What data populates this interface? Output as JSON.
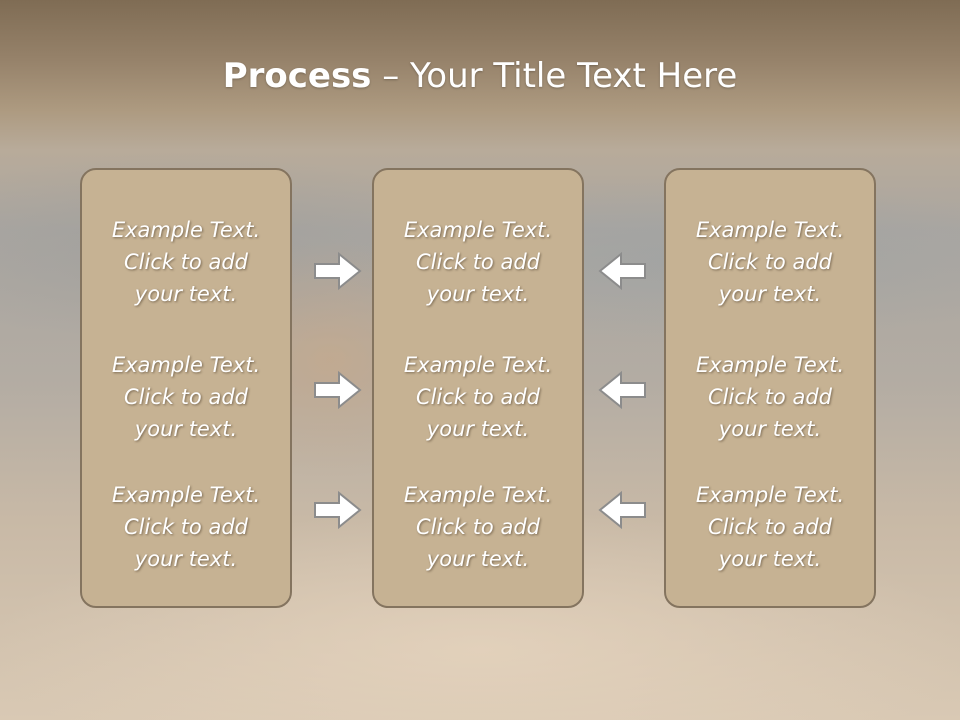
{
  "title": {
    "bold": "Process",
    "rest": " – Your Title Text Here"
  },
  "panels": [
    {
      "items": [
        {
          "line1": "Example Text.",
          "line2": "Click  to add",
          "line3": "your text."
        },
        {
          "line1": "Example Text.",
          "line2": "Click  to add",
          "line3": "your text."
        },
        {
          "line1": "Example Text.",
          "line2": "Click  to add",
          "line3": "your text."
        }
      ]
    },
    {
      "items": [
        {
          "line1": "Example Text.",
          "line2": "Click  to add",
          "line3": "your text."
        },
        {
          "line1": "Example Text.",
          "line2": "Click  to add",
          "line3": "your text."
        },
        {
          "line1": "Example Text.",
          "line2": "Click  to add",
          "line3": "your text."
        }
      ]
    },
    {
      "items": [
        {
          "line1": "Example Text.",
          "line2": "Click  to add",
          "line3": "your text."
        },
        {
          "line1": "Example Text.",
          "line2": "Click  to add",
          "line3": "your text."
        },
        {
          "line1": "Example Text.",
          "line2": "Click  to add",
          "line3": "your text."
        }
      ]
    }
  ],
  "icons": {
    "left_arrows": "arrow-right-icon",
    "right_arrows": "arrow-left-icon"
  },
  "colors": {
    "panel_fill": "#c6b293",
    "panel_border": "#84745f",
    "text": "#ffffff"
  }
}
